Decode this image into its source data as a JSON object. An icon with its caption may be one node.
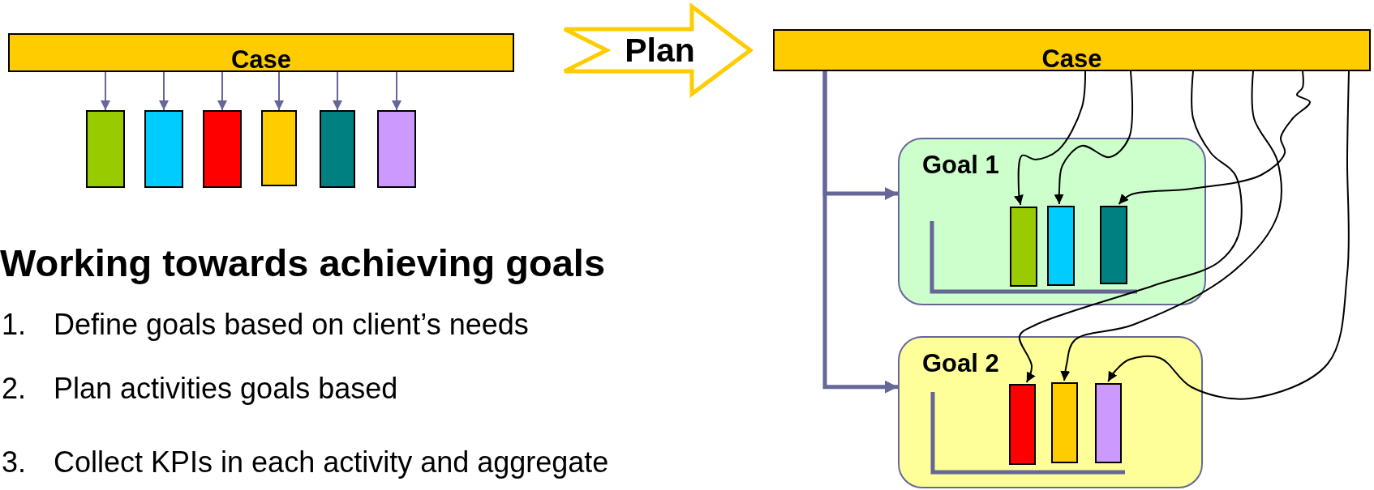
{
  "diagram": {
    "title": "Working towards achieving goals",
    "nodes": [
      {
        "text": [
          "Case"
        ]
      },
      {
        "text": [],
        "shape": "bar"
      },
      {
        "text": [],
        "shape": "bar"
      },
      {
        "text": [],
        "shape": "bar"
      },
      {
        "text": [],
        "shape": "bar"
      },
      {
        "text": [],
        "shape": "bar"
      },
      {
        "text": [],
        "shape": "bar"
      },
      {
        "text": [
          "Case"
        ]
      },
      {
        "text": [
          "Goal 1"
        ]
      },
      {
        "text": [],
        "shape": "bar",
        "in": 8
      },
      {
        "text": [],
        "shape": "bar",
        "in": 8
      },
      {
        "text": [],
        "shape": "bar",
        "in": 8
      },
      {
        "text": [
          "Goal 2"
        ]
      },
      {
        "text": [],
        "shape": "bar",
        "in": 12
      },
      {
        "text": [],
        "shape": "bar",
        "in": 12
      },
      {
        "text": [],
        "shape": "bar",
        "in": 12
      }
    ],
    "edges": [
      {
        "from": 0,
        "to": 1,
        "arrow": "to"
      },
      {
        "from": 0,
        "to": 2,
        "arrow": "to"
      },
      {
        "from": 0,
        "to": 3,
        "arrow": "to"
      },
      {
        "from": 0,
        "to": 4,
        "arrow": "to"
      },
      {
        "from": 0,
        "to": 5,
        "arrow": "to"
      },
      {
        "from": 0,
        "to": 6,
        "arrow": "to"
      },
      {
        "from": 7,
        "to": 8,
        "arrow": "to",
        "style": "thick"
      },
      {
        "from": 7,
        "to": 12,
        "arrow": "to",
        "style": "thick"
      },
      {
        "from": 7,
        "to": 9,
        "arrow": "to",
        "color": "#000000"
      },
      {
        "from": 7,
        "to": 10,
        "arrow": "to",
        "color": "#000000"
      },
      {
        "from": 7,
        "to": 13,
        "arrow": "to",
        "color": "#000000"
      },
      {
        "from": 7,
        "to": 14,
        "arrow": "to",
        "color": "#000000"
      },
      {
        "from": 7,
        "to": 11,
        "arrow": "to",
        "color": "#000000"
      },
      {
        "from": 7,
        "to": 15,
        "arrow": "to",
        "color": "#000000"
      },
      {
        "from": 0,
        "to": 7,
        "arrow": "to",
        "label": "Plan",
        "style": "thick",
        "color": "#ffcc00"
      }
    ],
    "labels": [
      "1.",
      "Define goals based on client’s needs",
      "2.",
      "Plan activities goals based",
      "3.",
      "Collect KPIs in each activity and aggregate"
    ]
  }
}
